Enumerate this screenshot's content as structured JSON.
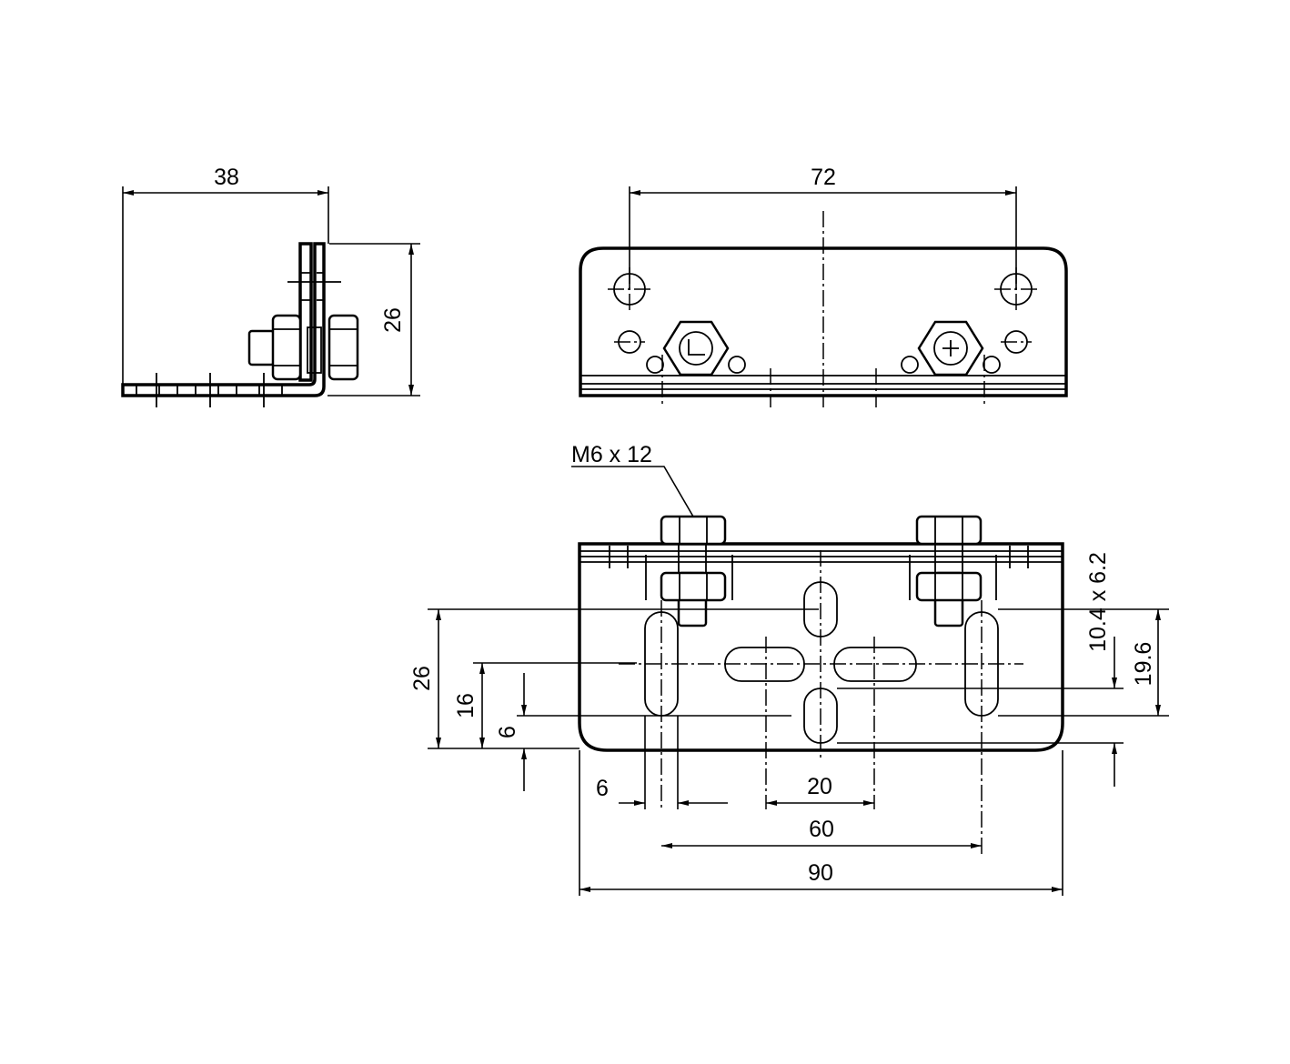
{
  "side_view": {
    "width_label": "38",
    "height_label": "26"
  },
  "top_view": {
    "hole_spacing_label": "72"
  },
  "front_view": {
    "bolt_label": "M6 x 12",
    "slot_label": "10.4 x 6.2",
    "right_height_label": "19.6",
    "left_height_label": "26",
    "slot_offset_label": "16",
    "bottom_offset_label": "6",
    "slot_width_label": "6",
    "center_slot_spacing_label": "20",
    "outer_slot_spacing_label": "60",
    "total_width_label": "90"
  },
  "colors": {
    "line": "#000000",
    "background": "#ffffff"
  }
}
